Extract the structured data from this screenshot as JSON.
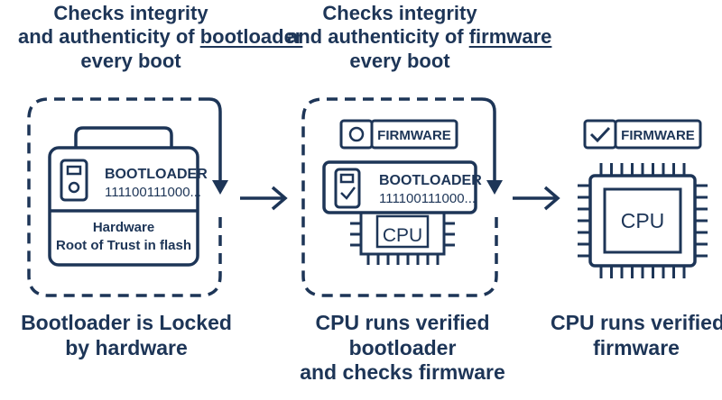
{
  "colors": {
    "navy": "#1d3557",
    "white": "#ffffff"
  },
  "panel1": {
    "top_line1": "Checks integrity",
    "top_line2_prefix": "and",
    "top_line2_mid": "authenticity of ",
    "top_line2_u": "bootloader",
    "top_line3": "every boot",
    "chip_title": "BOOTLOADER",
    "chip_code": "111100111000...",
    "hw_line1": "Hardware",
    "hw_line2": "Root of Trust in flash",
    "bottom_line1": "Bootloader is Locked",
    "bottom_line2": "by hardware"
  },
  "panel2": {
    "top_line1": "Checks integrity",
    "top_line2_prefix": "and",
    "top_line2_mid": "authenticity of ",
    "top_line2_u": "firmware",
    "top_line3": "every boot",
    "fw_label": "FIRMWARE",
    "chip_title": "BOOTLOADER",
    "chip_code": "111100111000...",
    "cpu_label": "CPU",
    "bottom_line1": "CPU runs verified",
    "bottom_line2": "bootloader",
    "bottom_line3": "and checks firmware"
  },
  "panel3": {
    "fw_label": "FIRMWARE",
    "cpu_label": "CPU",
    "bottom_line1": "CPU runs verified",
    "bottom_line2": "firmware"
  },
  "icons": {
    "arrow1": "arrow-right-icon",
    "arrow2": "arrow-right-icon",
    "check": "checkmark-icon",
    "circle": "circle-icon",
    "chip": "chip-icon"
  }
}
